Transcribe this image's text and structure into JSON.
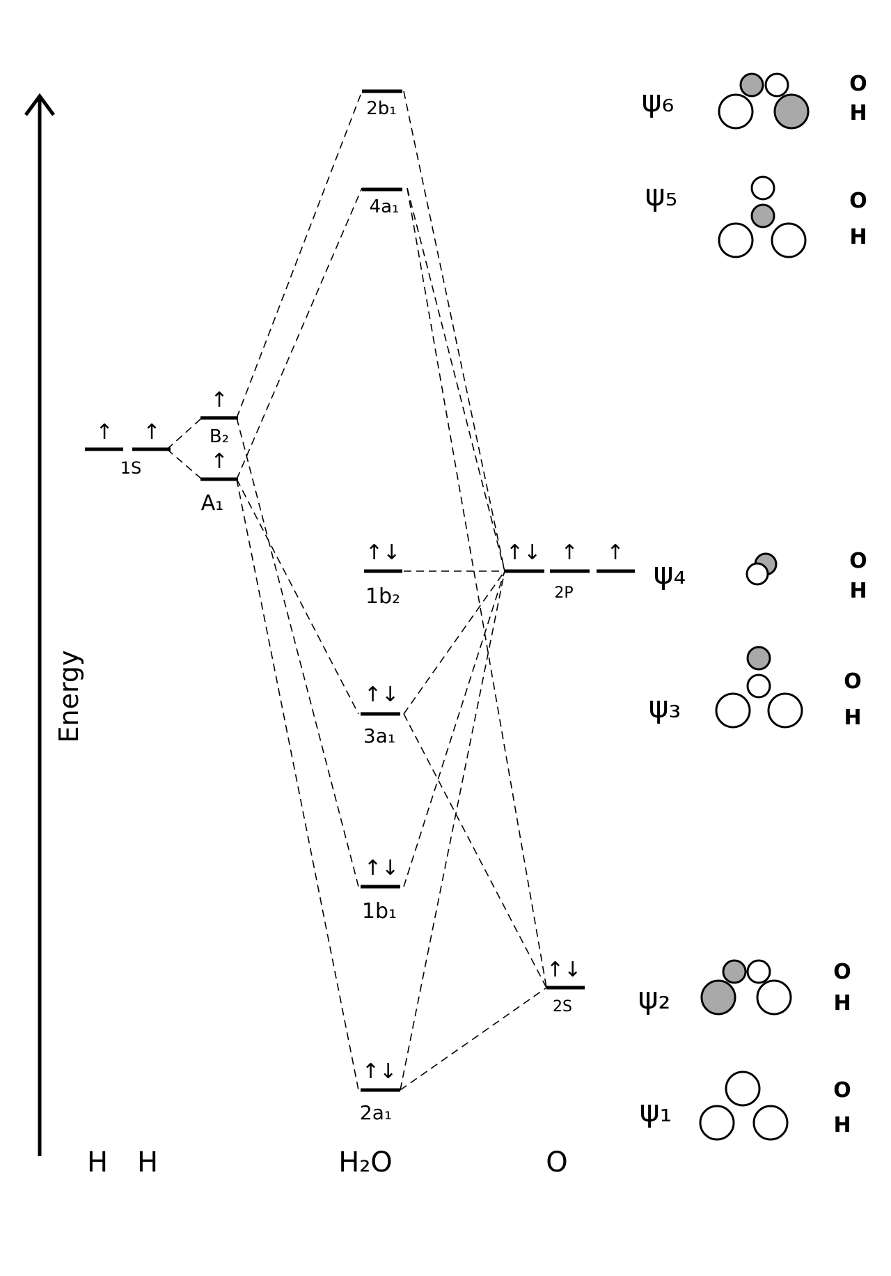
{
  "axis": {
    "label": "Energy"
  },
  "columns": {
    "left": [
      "H",
      "H"
    ],
    "center": "H₂O",
    "right": "O"
  },
  "h_atoms": {
    "orbital_label": "1S",
    "electrons": [
      "↑",
      "↑"
    ]
  },
  "salc": [
    {
      "id": "b2",
      "label": "B₂",
      "electrons": "↑"
    },
    {
      "id": "a1",
      "label": "A₁",
      "electrons": "↑"
    }
  ],
  "mo_levels": [
    {
      "id": "2b1",
      "label": "2b₁",
      "electrons": ""
    },
    {
      "id": "4a1",
      "label": "4a₁",
      "electrons": ""
    },
    {
      "id": "1b2",
      "label": "1b₂",
      "electrons": "↑↓"
    },
    {
      "id": "3a1",
      "label": "3a₁",
      "electrons": "↑↓"
    },
    {
      "id": "1b1",
      "label": "1b₁",
      "electrons": "↑↓"
    },
    {
      "id": "2a1",
      "label": "2a₁",
      "electrons": "↑↓"
    }
  ],
  "o_atom": {
    "p_label": "2P",
    "p_electrons": [
      "↑↓",
      "↑",
      "↑"
    ],
    "s_label": "2S",
    "s_electrons": "↑↓"
  },
  "wavefunctions": [
    {
      "id": "psi6",
      "label": "ψ₆",
      "o": "O",
      "h": "H"
    },
    {
      "id": "psi5",
      "label": "ψ₅",
      "o": "O",
      "h": "H"
    },
    {
      "id": "psi4",
      "label": "ψ₄",
      "o": "O",
      "h": "H"
    },
    {
      "id": "psi3",
      "label": "ψ₃",
      "o": "O",
      "h": "H"
    },
    {
      "id": "psi2",
      "label": "ψ₂",
      "o": "O",
      "h": "H"
    },
    {
      "id": "psi1",
      "label": "ψ₁",
      "o": "O",
      "h": "H"
    }
  ],
  "colors": {
    "ink": "#000000",
    "shaded_lobe": "#a9a9a9",
    "background": "#ffffff"
  }
}
